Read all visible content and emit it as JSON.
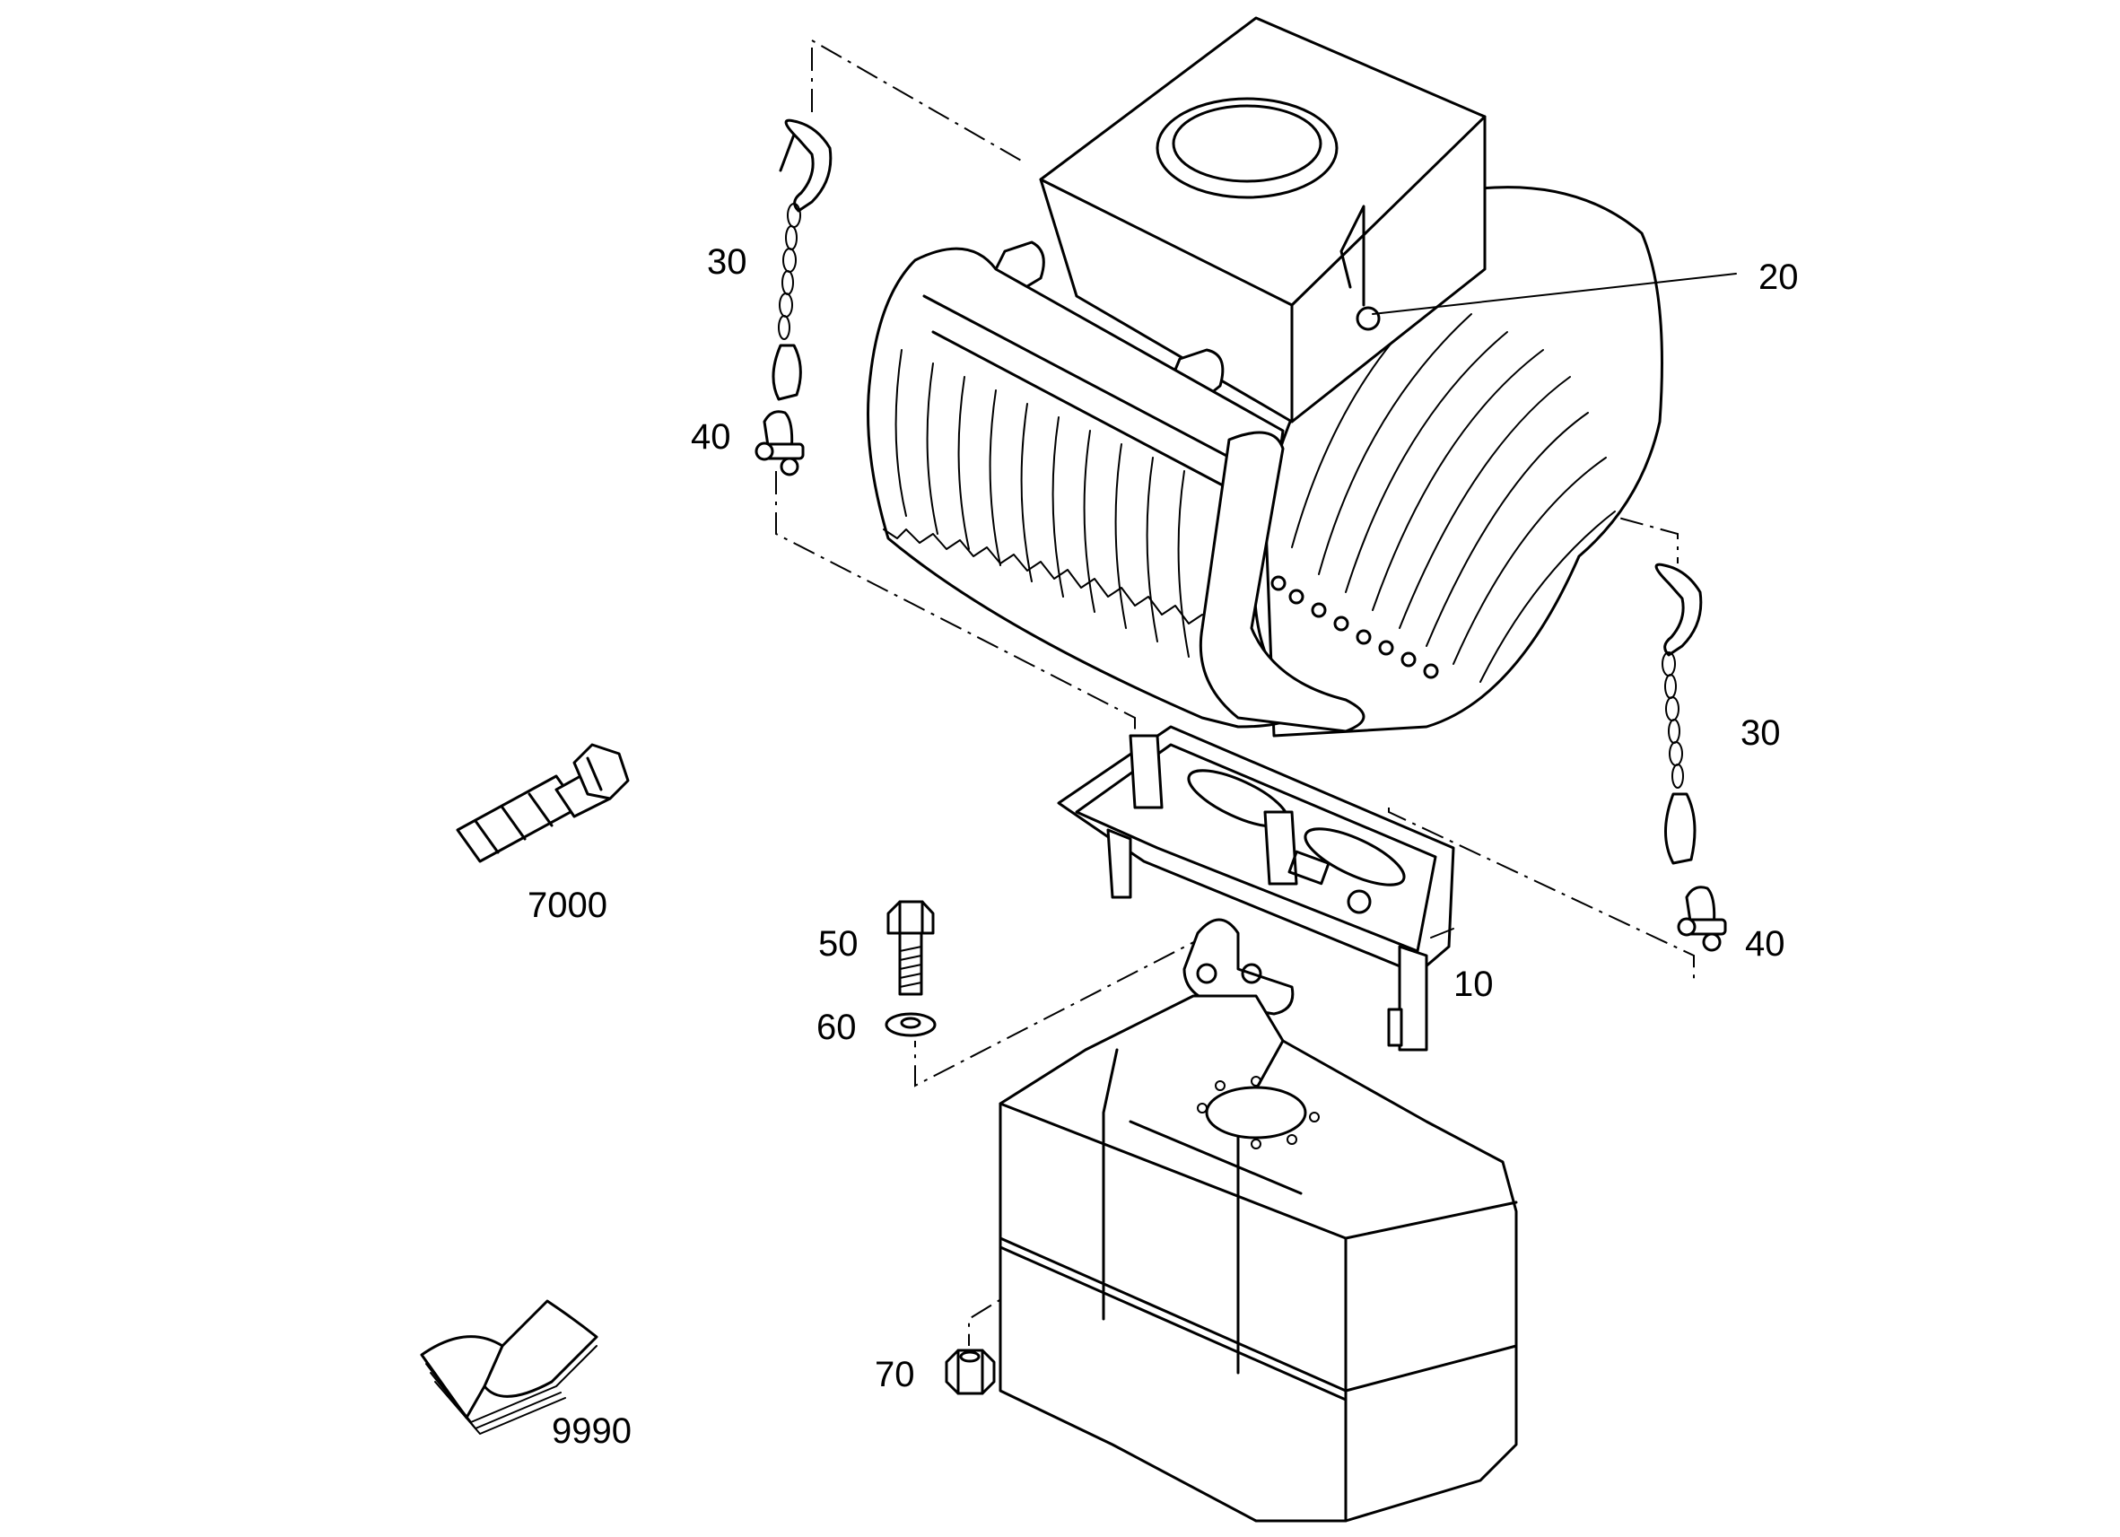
{
  "labels": {
    "p10": "10",
    "p20": "20",
    "p30_left": "30",
    "p30_right": "30",
    "p40_left": "40",
    "p40_right": "40",
    "p50": "50",
    "p60": "60",
    "p70": "70",
    "p7000": "7000",
    "p9990": "9990"
  }
}
